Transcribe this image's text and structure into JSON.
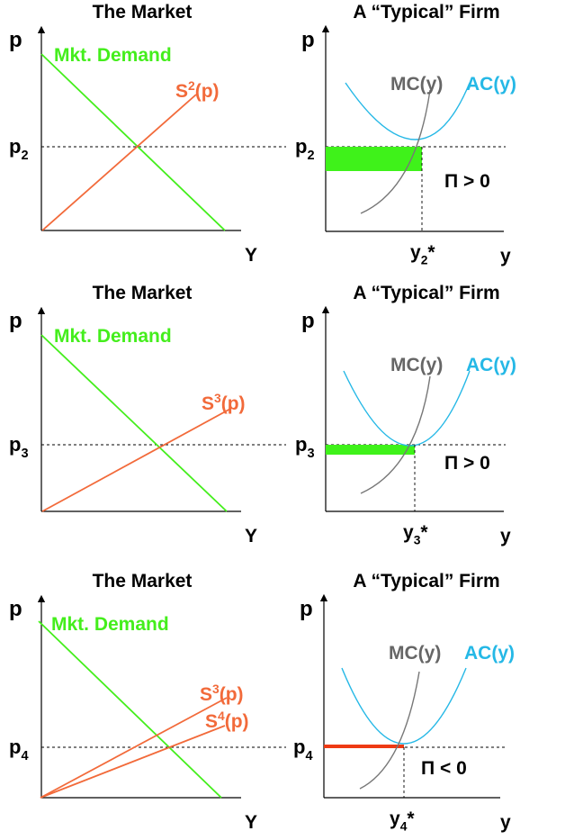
{
  "colors": {
    "demand": "#44ee1c",
    "supply": "#f26a3a",
    "mc": "#777777",
    "ac": "#25b8e6",
    "profit_positive": "#3ff21a",
    "profit_negative": "#ee3a14",
    "axis": "#000000",
    "guide": "#000000"
  },
  "panels": [
    {
      "market": {
        "title": "The Market",
        "p_axis": "p",
        "x_axis": "Y",
        "demand_label": "Mkt. Demand",
        "price_label": {
          "base": "p",
          "sub": "2"
        },
        "supply_curves": [
          {
            "base": "S",
            "sup": "2",
            "tail": "(p)"
          }
        ]
      },
      "firm": {
        "title": "A “Typical” Firm",
        "p_axis": "p",
        "x_axis": "y",
        "mc_label": "MC(y)",
        "ac_label": "AC(y)",
        "price_label": {
          "base": "p",
          "sub": "2"
        },
        "output_label": {
          "base": "y",
          "sub": "2",
          "tail": "*"
        },
        "profit_label": "Π > 0",
        "profit_sign": "positive"
      }
    },
    {
      "market": {
        "title": "The Market",
        "p_axis": "p",
        "x_axis": "Y",
        "demand_label": "Mkt. Demand",
        "price_label": {
          "base": "p",
          "sub": "3"
        },
        "supply_curves": [
          {
            "base": "S",
            "sup": "3",
            "tail": "(p)"
          }
        ]
      },
      "firm": {
        "title": "A “Typical” Firm",
        "p_axis": "p",
        "x_axis": "y",
        "mc_label": "MC(y)",
        "ac_label": "AC(y)",
        "price_label": {
          "base": "p",
          "sub": "3"
        },
        "output_label": {
          "base": "y",
          "sub": "3",
          "tail": "*"
        },
        "profit_label": "Π > 0",
        "profit_sign": "positive"
      }
    },
    {
      "market": {
        "title": "The Market",
        "p_axis": "p",
        "x_axis": "Y",
        "demand_label": "Mkt. Demand",
        "price_label": {
          "base": "p",
          "sub": "4"
        },
        "supply_curves": [
          {
            "base": "S",
            "sup": "3",
            "tail": "(p)"
          },
          {
            "base": "S",
            "sup": "4",
            "tail": "(p)"
          }
        ]
      },
      "firm": {
        "title": "A “Typical” Firm",
        "p_axis": "p",
        "x_axis": "y",
        "mc_label": "MC(y)",
        "ac_label": "AC(y)",
        "price_label": {
          "base": "p",
          "sub": "4"
        },
        "output_label": {
          "base": "y",
          "sub": "4",
          "tail": "*"
        },
        "profit_label": "Π < 0",
        "profit_sign": "negative"
      }
    }
  ]
}
